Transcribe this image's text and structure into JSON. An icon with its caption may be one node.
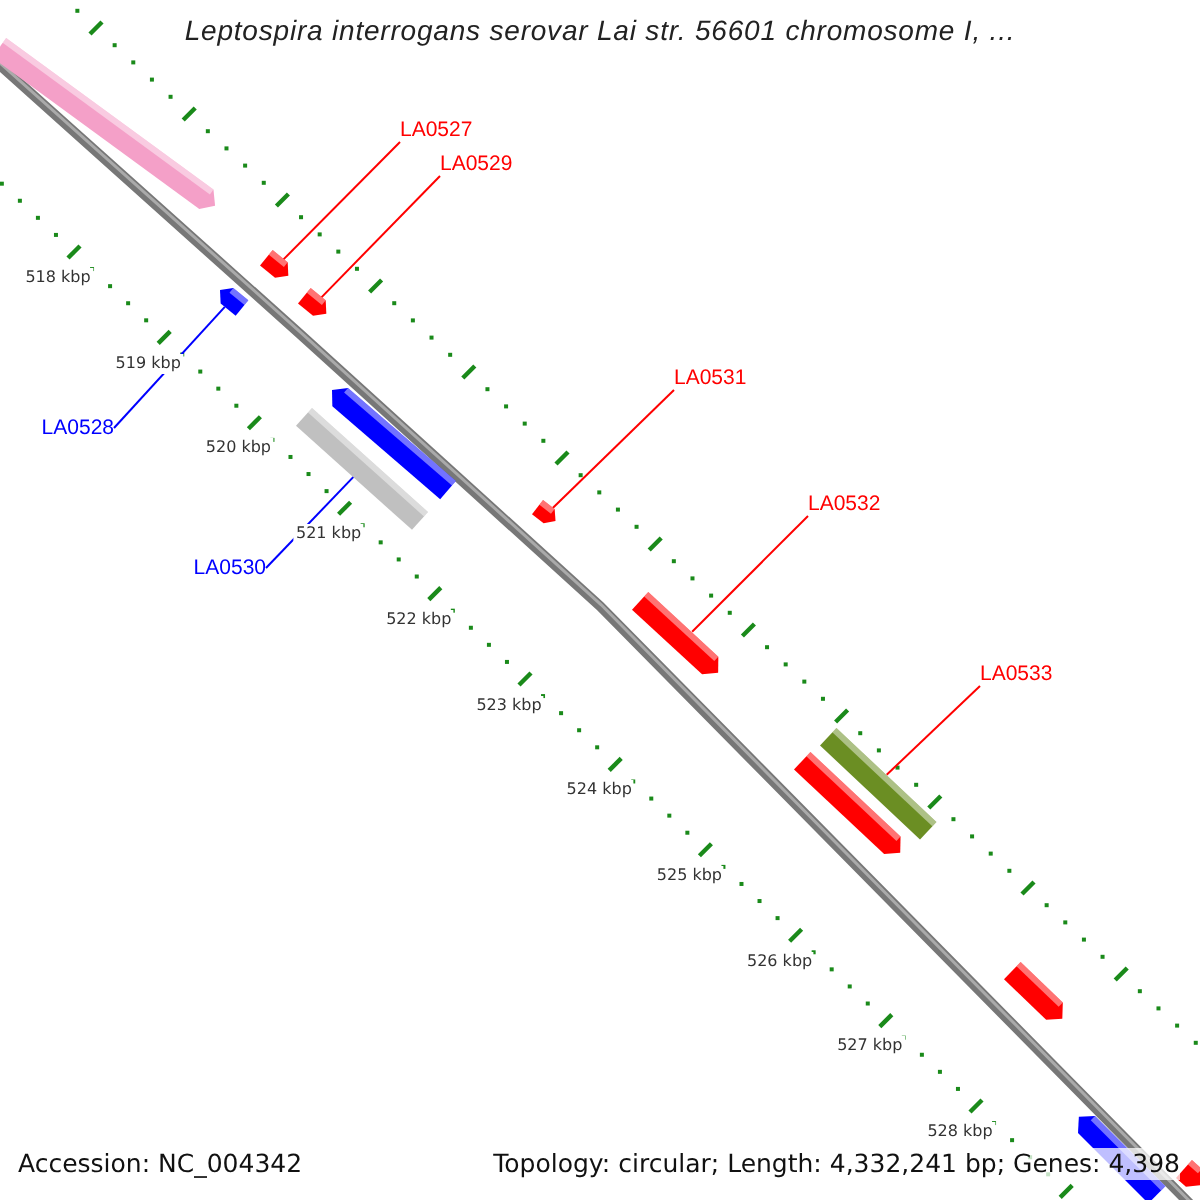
{
  "diagram": {
    "title": "Leptospira interrogans serovar Lai str. 56601 chromosome I, ...",
    "nodes": [
      {
        "text": [
          "LA0527"
        ]
      },
      {
        "text": [
          "LA0529"
        ]
      },
      {
        "text": [
          "LA0528"
        ]
      },
      {
        "text": [
          "LA0531"
        ]
      },
      {
        "text": [
          "LA0530"
        ]
      },
      {
        "text": [
          "LA0532"
        ]
      },
      {
        "text": [
          "LA0533"
        ]
      },
      {
        "text": [],
        "shape": "arrow"
      },
      {
        "text": [],
        "shape": "arrow"
      },
      {
        "text": [],
        "shape": "arrow"
      },
      {
        "text": [],
        "shape": "arrow"
      },
      {
        "text": [],
        "shape": "arrow"
      },
      {
        "text": [],
        "shape": "bar"
      },
      {
        "text": [],
        "shape": "arrow"
      },
      {
        "text": [],
        "shape": "arrow"
      },
      {
        "text": [],
        "shape": "bar"
      },
      {
        "text": [],
        "shape": "arrow"
      },
      {
        "text": [],
        "shape": "arrow"
      },
      {
        "text": [],
        "shape": "arrow"
      },
      {
        "text": [],
        "shape": "arrow"
      }
    ],
    "edges": [
      {
        "from": 0,
        "to": 8,
        "arrow": "none"
      },
      {
        "from": 1,
        "to": 10,
        "arrow": "none"
      },
      {
        "from": 2,
        "to": 9,
        "arrow": "none",
        "color": "#0000ff"
      },
      {
        "from": 3,
        "to": 13,
        "arrow": "none"
      },
      {
        "from": 4,
        "to": 12,
        "arrow": "none",
        "color": "#0000ff"
      },
      {
        "from": 5,
        "to": 14,
        "arrow": "none"
      },
      {
        "from": 6,
        "to": 15,
        "arrow": "none"
      }
    ],
    "labels": [
      "518 kbp",
      "519 kbp",
      "520 kbp",
      "521 kbp",
      "522 kbp",
      "523 kbp",
      "524 kbp",
      "525 kbp",
      "526 kbp",
      "527 kbp",
      "528 kbp",
      "Accession: NC_004342",
      "Topology: circular; Length: 4,332,241 bp; Genes: 4,398"
    ]
  }
}
